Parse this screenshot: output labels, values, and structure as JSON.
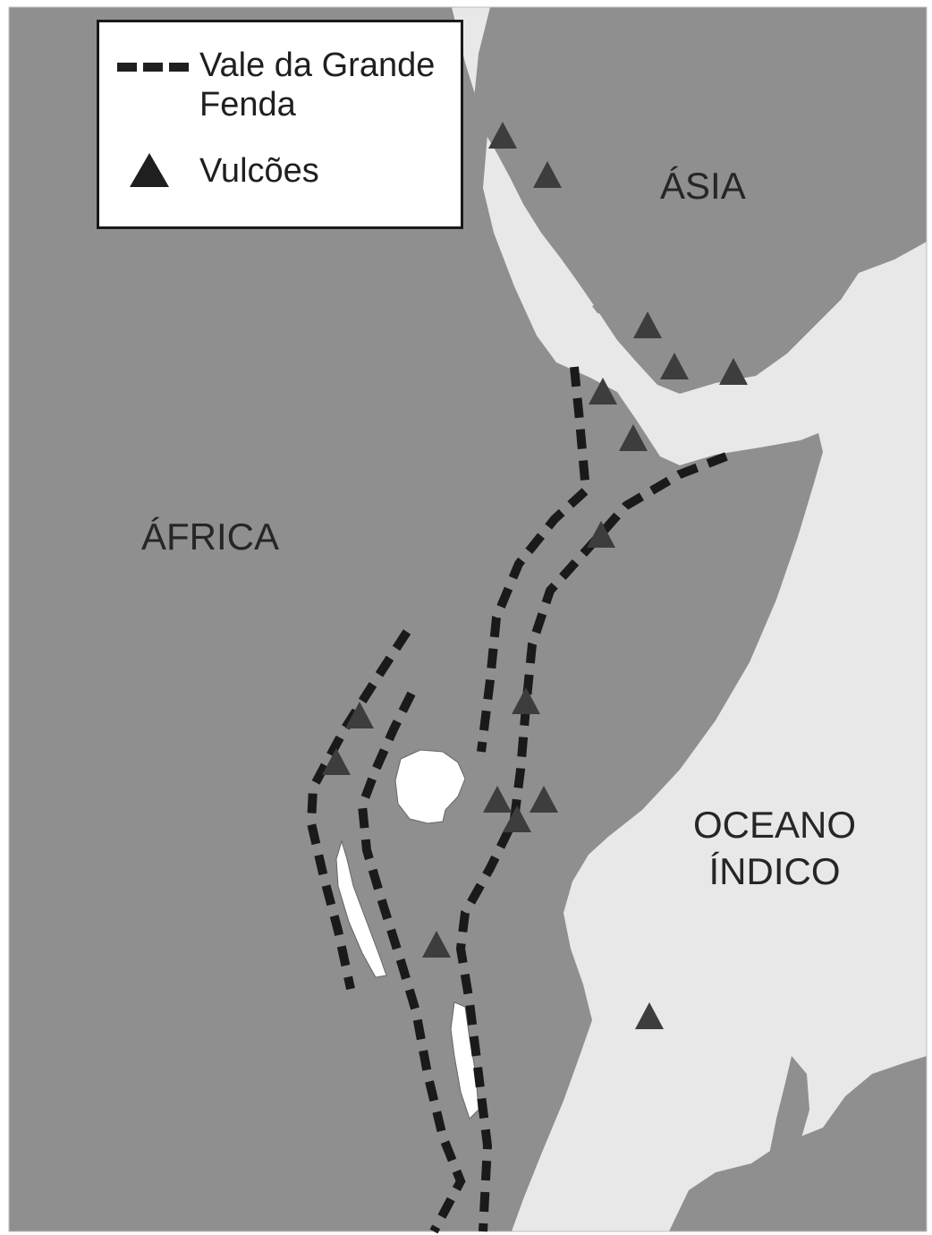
{
  "legend": {
    "rift_label": "Vale da Grande Fenda",
    "volcano_label": "Vulcões"
  },
  "labels": {
    "asia": "ÁSIA",
    "africa": "ÁFRICA",
    "ocean_line1": "OCEANO",
    "ocean_line2": "ÍNDICO"
  },
  "colors": {
    "land": "#8f8f8f",
    "sea": "#e8e8e8",
    "volcano": "#3d3d3d",
    "rift": "#1a1a1a"
  }
}
